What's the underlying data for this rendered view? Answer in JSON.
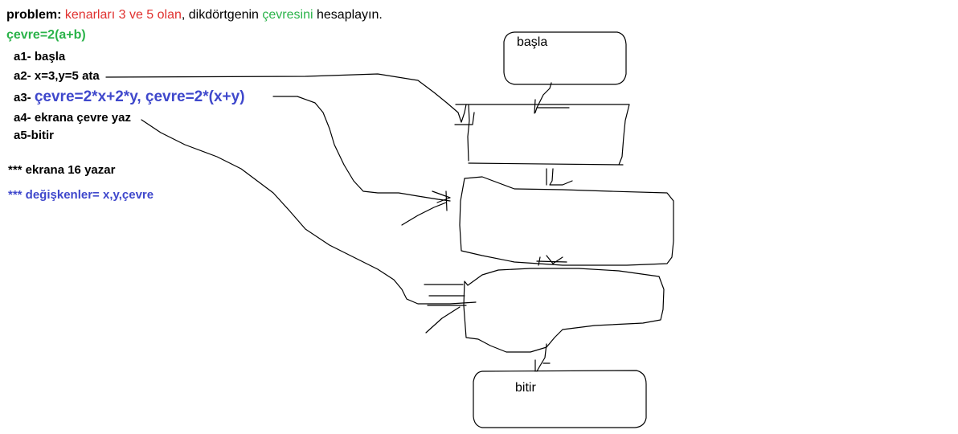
{
  "problem": {
    "label": "problem:",
    "part_red": "kenarları 3 ve 5 olan",
    "part_black": ", dikdörtgenin ",
    "part_green": "çevresini",
    "part_end": " hesaplayın."
  },
  "formula": "çevre=2(a+b)",
  "steps": {
    "a1": "a1- başla",
    "a2": "a2- x=3,y=5 ata",
    "a3_prefix": "a3- ",
    "a3_formula": "çevre=2*x+2*y, çevre=2*(x+y)",
    "a4": "a4- ekrana çevre yaz",
    "a5": "a5-bitir"
  },
  "notes": {
    "output": "*** ekrana 16 yazar",
    "variables": "*** değişkenler= x,y,çevre"
  },
  "flowchart": {
    "start_label": "başla",
    "end_label": "bitir"
  },
  "colors": {
    "red": "#e0312f",
    "green": "#2bb34a",
    "blue": "#3f48cc"
  }
}
